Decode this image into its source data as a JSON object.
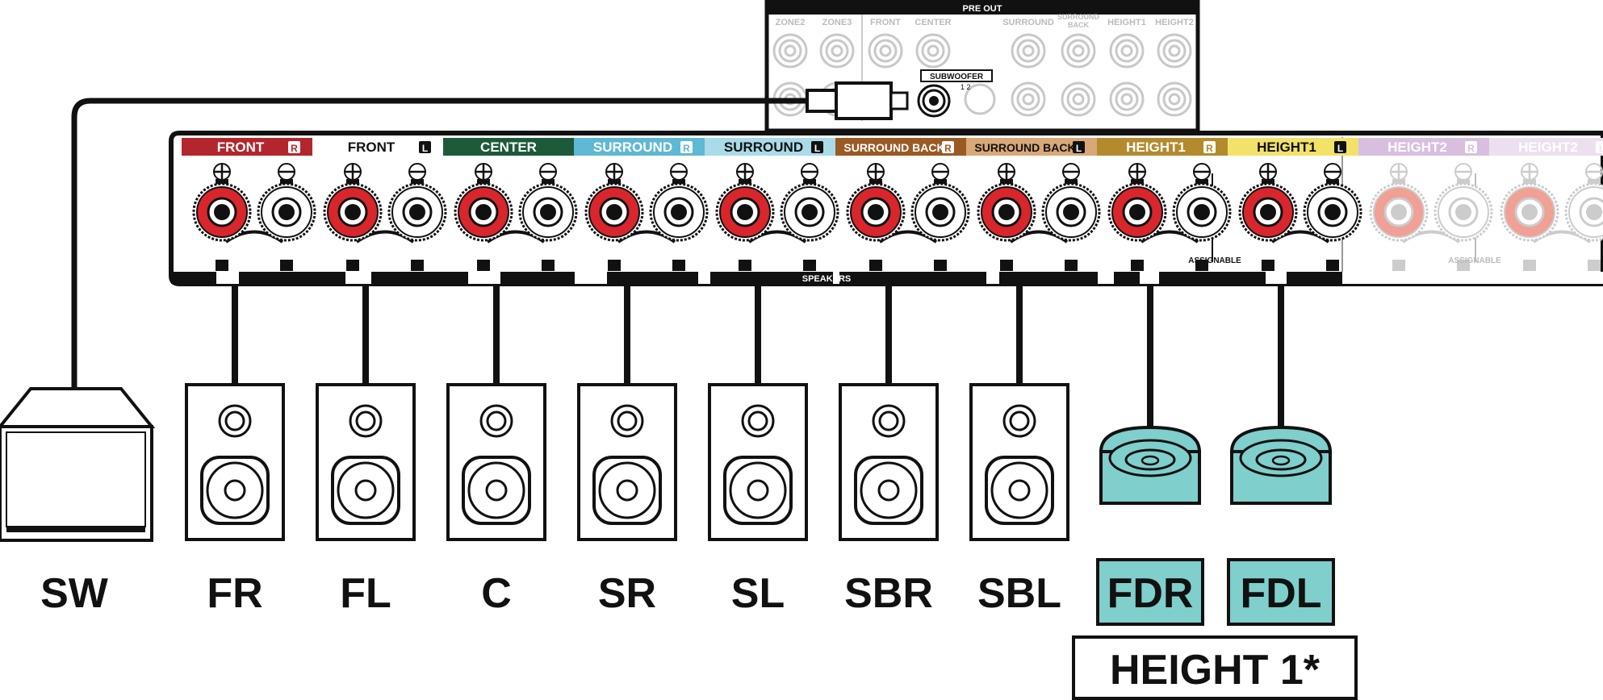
{
  "preout": {
    "title": "PRE OUT",
    "jack_labels": [
      "ZONE2",
      "ZONE3",
      "FRONT",
      "CENTER",
      "SURROUND",
      "SURROUND BACK",
      "HEIGHT1",
      "HEIGHT2"
    ],
    "subwoofer_label": "SUBWOOFER",
    "subwoofer_nums": "1 2"
  },
  "panel": {
    "speakers_label": "SPEAKERS",
    "assignable_label": "ASSIGNABLE",
    "channels": [
      {
        "name": "FRONT",
        "side": "R",
        "color": "#b3262d",
        "text_color": "#ffffff",
        "faded": false
      },
      {
        "name": "FRONT",
        "side": "L",
        "color": "#ffffff",
        "text_color": "#111111",
        "faded": false
      },
      {
        "name": "CENTER",
        "side": "",
        "color": "#1c5a3a",
        "text_color": "#ffffff",
        "faded": false
      },
      {
        "name": "SURROUND",
        "side": "R",
        "color": "#5fb8d4",
        "text_color": "#ffffff",
        "faded": false
      },
      {
        "name": "SURROUND",
        "side": "L",
        "color": "#a9dbe9",
        "text_color": "#111111",
        "faded": false
      },
      {
        "name": "SURROUND BACK",
        "side": "R",
        "color": "#9a5a24",
        "text_color": "#ffffff",
        "faded": false
      },
      {
        "name": "SURROUND BACK",
        "side": "L",
        "color": "#d9a878",
        "text_color": "#111111",
        "faded": false
      },
      {
        "name": "HEIGHT1",
        "side": "R",
        "color": "#b38a2e",
        "text_color": "#ffffff",
        "faded": false
      },
      {
        "name": "HEIGHT1",
        "side": "L",
        "color": "#f3e26a",
        "text_color": "#111111",
        "faded": false
      },
      {
        "name": "HEIGHT2",
        "side": "R",
        "color": "#d8bfe0",
        "text_color": "#ffffff",
        "faded": true
      },
      {
        "name": "HEIGHT2",
        "side": "L",
        "color": "#ece0f0",
        "text_color": "#ffffff",
        "faded": true
      }
    ]
  },
  "speakers": [
    {
      "label": "SW",
      "type": "subwoofer",
      "highlight": false
    },
    {
      "label": "FR",
      "type": "bookshelf",
      "highlight": false
    },
    {
      "label": "FL",
      "type": "bookshelf",
      "highlight": false
    },
    {
      "label": "C",
      "type": "bookshelf",
      "highlight": false
    },
    {
      "label": "SR",
      "type": "bookshelf",
      "highlight": false
    },
    {
      "label": "SL",
      "type": "bookshelf",
      "highlight": false
    },
    {
      "label": "SBR",
      "type": "bookshelf",
      "highlight": false
    },
    {
      "label": "SBL",
      "type": "bookshelf",
      "highlight": false
    },
    {
      "label": "FDR",
      "type": "dolby",
      "highlight": true
    },
    {
      "label": "FDL",
      "type": "dolby",
      "highlight": true
    }
  ],
  "group_label": "HEIGHT 1*",
  "colors": {
    "highlight": "#7fcfcc",
    "terminal_red": "#d8262c",
    "outline": "#111111",
    "faded": "#cccccc"
  }
}
